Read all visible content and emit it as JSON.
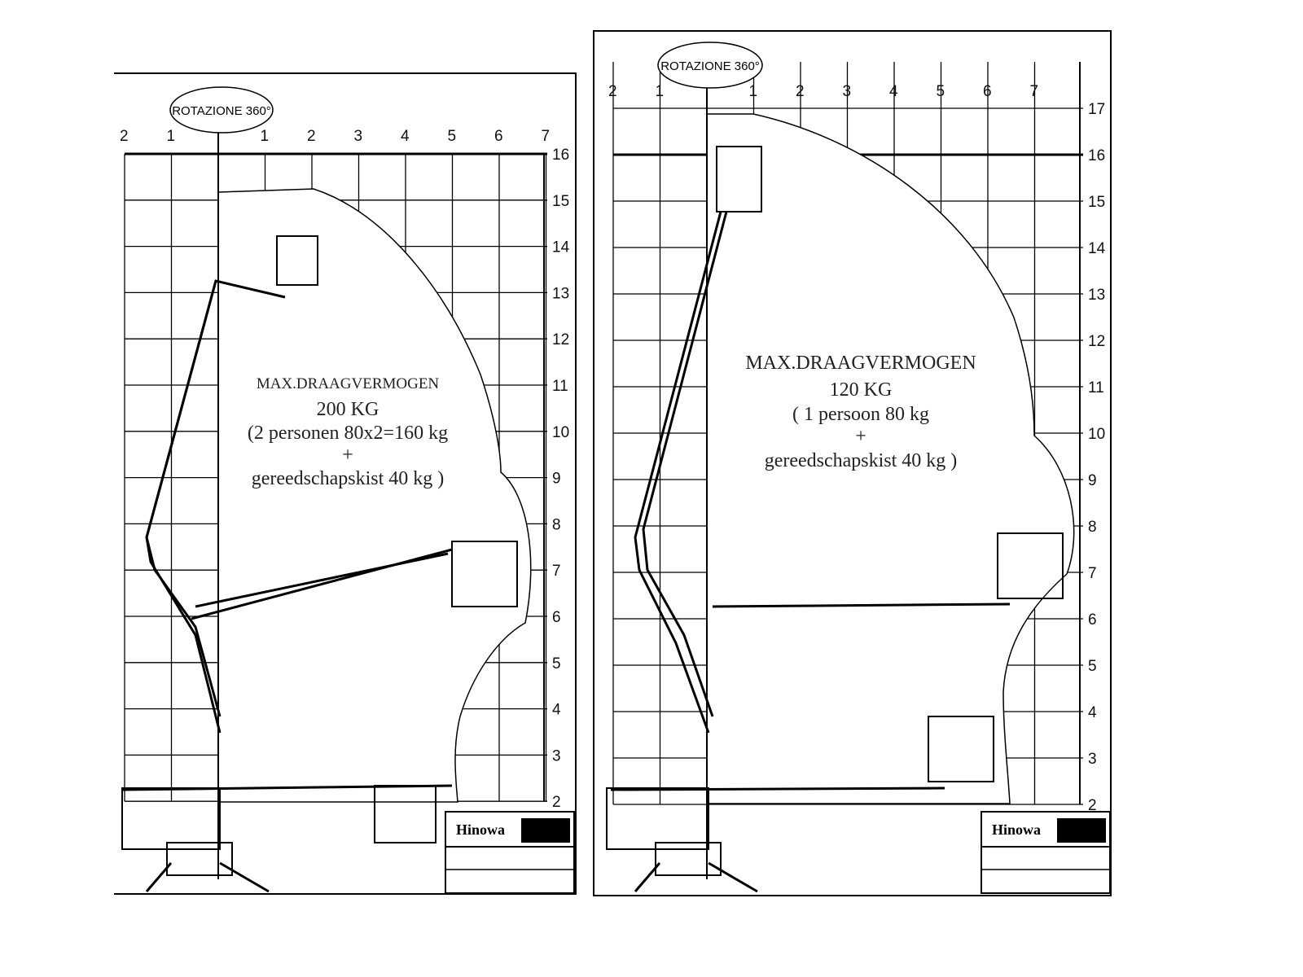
{
  "panels": [
    {
      "id": "left",
      "rotation_label": "ROTAZIONE 360°",
      "x_ticks": [
        {
          "m": -2,
          "label": "2"
        },
        {
          "m": -1,
          "label": "1"
        },
        {
          "m": 1,
          "label": "1"
        },
        {
          "m": 2,
          "label": "2"
        },
        {
          "m": 3,
          "label": "3"
        },
        {
          "m": 4,
          "label": "4"
        },
        {
          "m": 5,
          "label": "5"
        },
        {
          "m": 6,
          "label": "6"
        },
        {
          "m": 7,
          "label": "7"
        }
      ],
      "y_ticks": [
        {
          "h": 16,
          "label": "16"
        },
        {
          "h": 15,
          "label": "15"
        },
        {
          "h": 14,
          "label": "14"
        },
        {
          "h": 13,
          "label": "13"
        },
        {
          "h": 12,
          "label": "12"
        },
        {
          "h": 11,
          "label": "11"
        },
        {
          "h": 10,
          "label": "10"
        },
        {
          "h": 9,
          "label": "9"
        },
        {
          "h": 8,
          "label": "8"
        },
        {
          "h": 7,
          "label": "7"
        },
        {
          "h": 6,
          "label": "6"
        },
        {
          "h": 5,
          "label": "5"
        },
        {
          "h": 4,
          "label": "4"
        },
        {
          "h": 3,
          "label": "3"
        },
        {
          "h": 2,
          "label": "2"
        }
      ],
      "capacity": {
        "title": "MAX.DRAAGVERMOGEN",
        "load": "200 KG",
        "line1": "(2 personen 80x2=160 kg",
        "plus": "+",
        "line2": "gereedschapskist 40 kg )"
      },
      "logo_text": "Hinowa"
    },
    {
      "id": "right",
      "rotation_label": "ROTAZIONE 360°",
      "x_ticks": [
        {
          "m": -2,
          "label": "2"
        },
        {
          "m": -1,
          "label": "1"
        },
        {
          "m": 1,
          "label": "1"
        },
        {
          "m": 2,
          "label": "2"
        },
        {
          "m": 3,
          "label": "3"
        },
        {
          "m": 4,
          "label": "4"
        },
        {
          "m": 5,
          "label": "5"
        },
        {
          "m": 6,
          "label": "6"
        },
        {
          "m": 7,
          "label": "7"
        }
      ],
      "y_ticks": [
        {
          "h": 17,
          "label": "17"
        },
        {
          "h": 16,
          "label": "16"
        },
        {
          "h": 15,
          "label": "15"
        },
        {
          "h": 14,
          "label": "14"
        },
        {
          "h": 13,
          "label": "13"
        },
        {
          "h": 12,
          "label": "12"
        },
        {
          "h": 11,
          "label": "11"
        },
        {
          "h": 10,
          "label": "10"
        },
        {
          "h": 9,
          "label": "9"
        },
        {
          "h": 8,
          "label": "8"
        },
        {
          "h": 7,
          "label": "7"
        },
        {
          "h": 6,
          "label": "6"
        },
        {
          "h": 5,
          "label": "5"
        },
        {
          "h": 4,
          "label": "4"
        },
        {
          "h": 3,
          "label": "3"
        },
        {
          "h": 2,
          "label": "2"
        }
      ],
      "capacity": {
        "title": "MAX.DRAAGVERMOGEN",
        "load": "120 KG",
        "line1": "( 1 persoon 80 kg",
        "plus": "+",
        "line2": "gereedschapskist 40 kg  )"
      },
      "logo_text": "Hinowa"
    }
  ]
}
